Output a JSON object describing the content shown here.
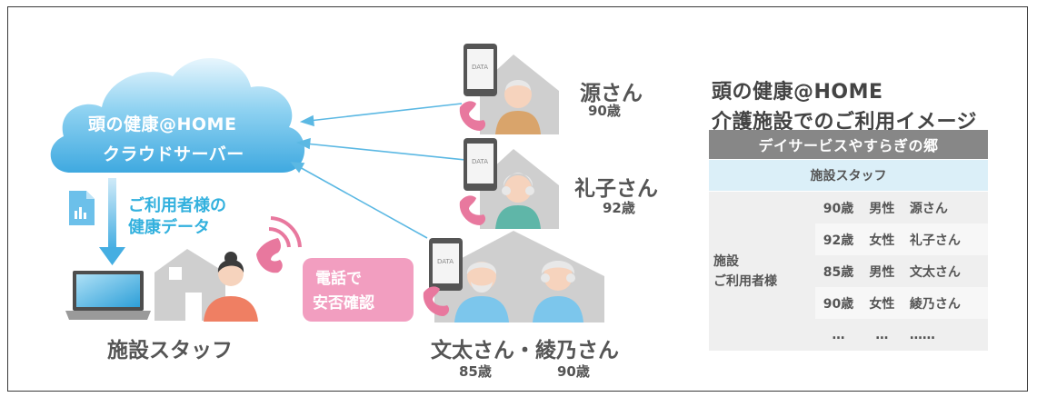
{
  "cloud": {
    "title": "頭の健康@HOME",
    "subtitle": "クラウドサーバー"
  },
  "data_caption": {
    "line1": "ご利用者様の",
    "line2": "健康データ"
  },
  "staff_caption": "施設スタッフ",
  "phone_badge": {
    "line1": "電話で",
    "line2": "安否確認"
  },
  "tablet_label": "DATA",
  "residents": [
    {
      "name": "源さん",
      "age": "90歳"
    },
    {
      "name": "礼子さん",
      "age": "92歳"
    },
    {
      "name": "文太さん・綾乃さん",
      "ages": [
        "85歳",
        "90歳"
      ]
    }
  ],
  "heading": {
    "line1": "頭の健康@HOME",
    "line2": "介護施設でのご利用イメージ"
  },
  "table": {
    "title": "デイサービスやすらぎの郷",
    "staff_row": "施設スタッフ",
    "user_label": [
      "施設",
      "ご利用者様"
    ],
    "rows": [
      {
        "age": "90歳",
        "gender": "男性",
        "name": "源さん"
      },
      {
        "age": "92歳",
        "gender": "女性",
        "name": "礼子さん"
      },
      {
        "age": "85歳",
        "gender": "男性",
        "name": "文太さん"
      },
      {
        "age": "90歳",
        "gender": "女性",
        "name": "綾乃さん"
      },
      {
        "age": "…",
        "gender": "…",
        "name": "……"
      }
    ]
  },
  "colors": {
    "cloud": "#4fb6e6",
    "arrow": "#5bb8e3",
    "phone": "#e8789e",
    "badge": "#f29ec0",
    "skin": "#f6d3bd",
    "house": "#cfcfcf",
    "table_header": "#878787",
    "table_sub": "#dbeff8"
  }
}
